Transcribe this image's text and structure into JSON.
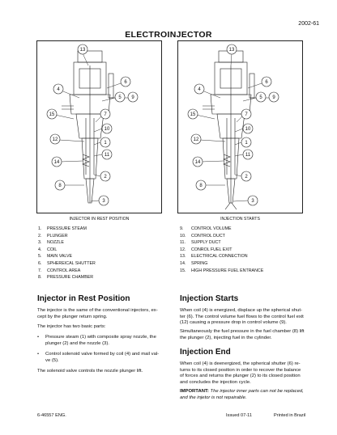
{
  "header": {
    "page_number": "2002-61",
    "title": "ELECTROINJECTOR"
  },
  "figures": {
    "left": {
      "caption": "INJECTOR IN REST POSITION",
      "callouts": [
        "13",
        "4",
        "6",
        "5",
        "9",
        "15",
        "7",
        "10",
        "12",
        "1",
        "11",
        "14",
        "2",
        "8",
        "3"
      ]
    },
    "right": {
      "caption": "INJECTION STARTS",
      "callouts": [
        "13",
        "4",
        "6",
        "5",
        "9",
        "15",
        "7",
        "10",
        "12",
        "1",
        "11",
        "14",
        "2",
        "8",
        "3"
      ]
    }
  },
  "legend_left": [
    {
      "n": "1.",
      "t": "PRESSURE STEAM"
    },
    {
      "n": "2.",
      "t": "PLUNGER"
    },
    {
      "n": "3.",
      "t": "NOZZLE"
    },
    {
      "n": "4.",
      "t": "COIL"
    },
    {
      "n": "5.",
      "t": "MAIN VALVE"
    },
    {
      "n": "6.",
      "t": "SPHEREICAL SHUTTER"
    },
    {
      "n": "7.",
      "t": "CONTROL AREA"
    },
    {
      "n": "8.",
      "t": "PRESSURE CHAMBER"
    }
  ],
  "legend_right": [
    {
      "n": "9.",
      "t": "CONTROL VOLUME"
    },
    {
      "n": "10.",
      "t": "CONTROL DUCT"
    },
    {
      "n": "11.",
      "t": "SUPPLY DUCT"
    },
    {
      "n": "12.",
      "t": "CONROL FUEL EXIT"
    },
    {
      "n": "13.",
      "t": "ELECTRICAL CONNECTION"
    },
    {
      "n": "14.",
      "t": "SPRING"
    },
    {
      "n": "15.",
      "t": "HIGH PRESSURE FUEL ENTRANCE"
    }
  ],
  "left_column": {
    "heading": "Injector in Rest Position",
    "p1_l1": "The injector is the same of the conventional injectors, ex-",
    "p1_l2": "cept by the plunger return spring.",
    "p2": "The injector has two basic parts:",
    "b1_l1": "Pressure steam (1) with composite spray nozzle, the",
    "b1_l2": "plunger (2) and the nozzle (3).",
    "b2_l1": "Control solenoid valve formed by coil (4) and mail val-",
    "b2_l2": "ve (5).",
    "p3": "The solenoid valve controls the nozzle plunger lift."
  },
  "right_column": {
    "heading1": "Injection Starts",
    "p1_l1": "When coil (4) is energized, displace up the spherical shut-",
    "p1_l2": "ter (6). The control volume fuel flows to the control fuel exit",
    "p1_l3": "(12) causing a pressure drop in control volume (9).",
    "p2_l1": "Simultaneously the fuel pressure in the fuel chamber (8) lift",
    "p2_l2": "the plunger (2), injecting fuel in the cylinder.",
    "heading2": "Injection End",
    "p3_l1": "When coil (4) is deenergized, the spherical shutter (6) re-",
    "p3_l2": "turns to its closed position in order to recover the balance",
    "p3_l3": "of forces and returns the plunger (2) to its closed position",
    "p3_l4": "and concludes the injection cycle.",
    "imp_label": "IMPORTANT:",
    "imp_l1": " The injector inner parts can not be replaced,",
    "imp_l2": "and the injetor is not repairable."
  },
  "footer": {
    "doc": "6-46557 ENG.",
    "issued": "Issued 07-11",
    "printed": "Printed in Brazil"
  }
}
